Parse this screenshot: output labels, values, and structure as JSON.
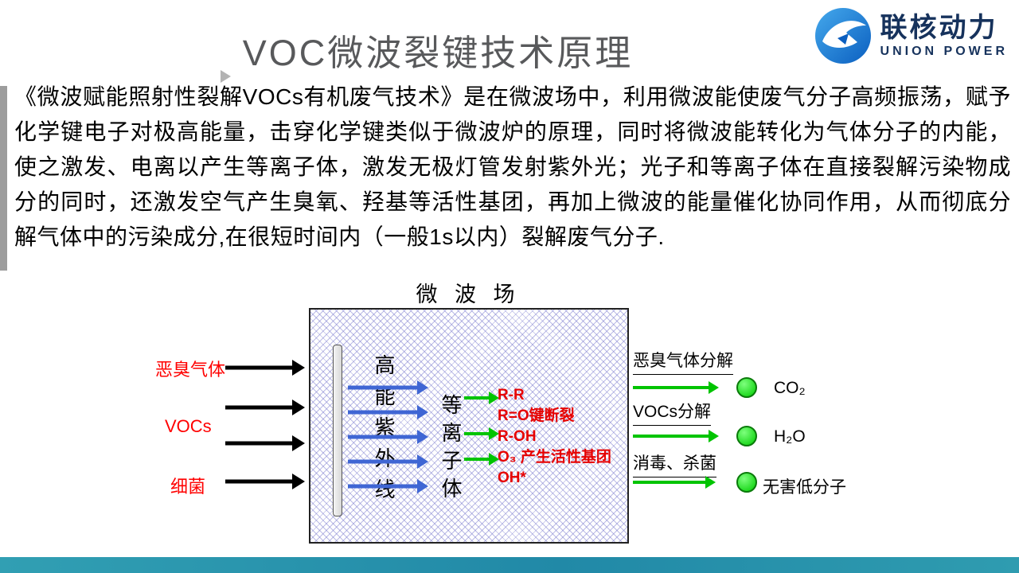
{
  "header": {
    "title": "VOC微波裂键技术原理",
    "logo": {
      "name": "联核动力",
      "subtitle": "UNION POWER"
    }
  },
  "body": {
    "paragraph": "《微波赋能照射性裂解VOCs有机废气技术》是在微波场中，利用微波能使废气分子高频振荡，赋予化学键电子对极高能量，击穿化学键类似于微波炉的原理，同时将微波能转化为气体分子的内能，使之激发、电离以产生等离子体，激发无极灯管发射紫外光；光子和等离子体在直接裂解污染物成分的同时，还激发空气产生臭氧、羟基等活性基团，再加上微波的能量催化协同作用，从而彻底分解气体中的污染成分,在很短时间内（一般1s以内）裂解废气分子."
  },
  "diagram": {
    "title": "微 波 场",
    "inputs": [
      "恶臭气体",
      "VOCs",
      "细菌"
    ],
    "uv_label": "高能紫外线",
    "plasma_label": "等离子体",
    "reactions": [
      "R-R",
      "R=O键断裂",
      "R-OH",
      "O₃ 产生活性基团",
      "OH*"
    ],
    "outputs": [
      {
        "label": "恶臭气体分解",
        "product": "CO₂"
      },
      {
        "label": "VOCs分解",
        "product": "H₂O"
      },
      {
        "label": "消毒、杀菌",
        "product": "无害低分子"
      }
    ],
    "colors": {
      "input_label": "#ff0000",
      "reaction_text": "#e60000",
      "blue_arrow": "#3f66d4",
      "green_arrow": "#00c400",
      "product_dot": "#00cc00",
      "footer_bar": "#2189a7"
    }
  }
}
